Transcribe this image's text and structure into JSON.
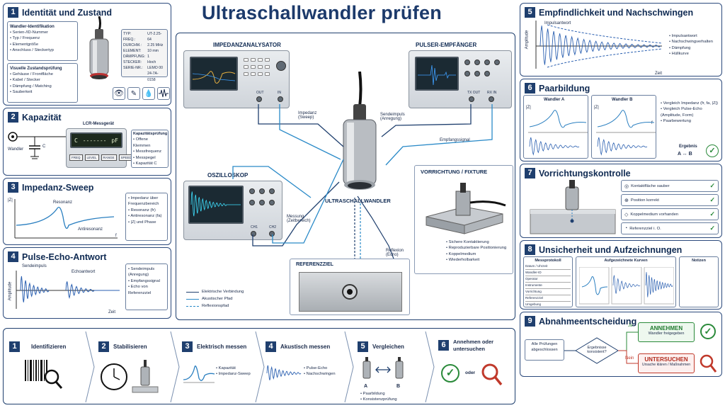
{
  "title": "Ultraschallwandler prüfen",
  "p1": {
    "num": "1",
    "title": "Identität und Zustand",
    "box1_title": "Wandler-Identifikation",
    "box1_items": [
      "Serien-/ID-Nummer",
      "Typ / Frequenz",
      "Elementgröße",
      "Anschluss / Steckertyp"
    ],
    "box2_title": "Visuelle Zustandsprüfung",
    "box2_items": [
      "Gehäuse / Frontfläche",
      "Kabel / Stecker",
      "Dämpfung / Matching",
      "Sauberkeit"
    ],
    "spec_keys": [
      "TYP:",
      "FREQ.:",
      "DURCHM.:",
      "ELEMENT:",
      "DÄMPFUNG:",
      "STECKER:",
      "SERIE-NR.:"
    ],
    "spec_vals": [
      "UT-2.25-64",
      "2.25 MHz",
      "10 mm",
      "1",
      "Hoch",
      "LEMO 00",
      "24-7A-0158"
    ]
  },
  "p2": {
    "num": "2",
    "title": "Kapazität",
    "meter_title": "LCR-Messgerät",
    "display_c": "C",
    "display_dashes": "-------",
    "display_unit": "pF",
    "buttons": [
      "FREQ",
      "LEVEL",
      "RANGE",
      "SPEED"
    ],
    "wandler": "Wandler",
    "c_label": "C",
    "box_title": "Kapazitätsprüfung",
    "box_items": [
      "Offene Klemmen",
      "Messfrequenz",
      "Messpegel",
      "Kapazität C"
    ]
  },
  "p3": {
    "num": "3",
    "title": "Impedanz-Sweep",
    "ylabel": "|Z|",
    "res": "Resonanz",
    "anti": "Antiresonanz",
    "xlabel": "f",
    "items": [
      "Impedanz über Frequenzbereich",
      "Resonanz (fr)",
      "Antiresonanz (fa)",
      "|Z| und Phase"
    ]
  },
  "p4": {
    "num": "4",
    "title": "Pulse-Echo-Antwort",
    "ylabel": "Amplitude",
    "send": "Sendeimpuls",
    "echo": "Echoantwort",
    "xlabel": "Zeit",
    "items": [
      "Sendeimpuls (Anregung)",
      "Empfangssignal",
      "Echo von Referenzziel"
    ]
  },
  "center": {
    "impedanz": "IMPEDANZANALYSATOR",
    "pulser": "PULSER-EMPFÄNGER",
    "oszi": "OSZILLOSKOP",
    "fixture": "VORRICHTUNG / FIXTURE",
    "wandler": "ULTRASCHALLWANDLER",
    "ref": "REFERENZZIEL",
    "out": "OUT",
    "in": "IN",
    "txout": "TX OUT",
    "rxin": "RX IN",
    "ch1": "CH1",
    "ch2": "CH2",
    "imp_sweep": "Impedanz (Sweep)",
    "sende": "Sendeimpuls (Anregung)",
    "empf": "Empfangssignal",
    "mess": "Messung (Zeitbereich)",
    "refl": "Reflexion (Echo)",
    "fixture_items": [
      "Sichere Kontaktierung",
      "Reproduzierbare Positionierung",
      "Koppelmedium",
      "Wiederholbarkeit"
    ],
    "legend": [
      "Elektrische Verbindung",
      "Akustischer Pfad",
      "Reflexionspfad"
    ]
  },
  "p5": {
    "num": "5",
    "title": "Empfindlichkeit und Nachschwingen",
    "ylabel": "Amplitude",
    "xlabel": "Zeit",
    "imp": "Impulsantwort",
    "items": [
      "Impulsantwort",
      "Nachschwingverhalten",
      "Dämpfung",
      "Hüllkurve"
    ]
  },
  "p6": {
    "num": "6",
    "title": "Paarbildung",
    "wa": "Wandler A",
    "wb": "Wandler B",
    "zl": "|Z|",
    "fl": "f",
    "items": [
      "Vergleich Impedanz (fr, fa, |Z|)",
      "Vergleich Pulse-Echo (Amplitude, Form)",
      "Paarbewertung"
    ],
    "erg": "Ergebnis",
    "ab": "A ↔ B"
  },
  "p7": {
    "num": "7",
    "title": "Vorrichtungskontrolle",
    "items": [
      "Kontaktfläche sauber",
      "Position korrekt",
      "Koppelmedium vorhanden",
      "Referenzziel i. O."
    ]
  },
  "p8": {
    "num": "8",
    "title": "Unsicherheit und Aufzeichnungen",
    "mp": "Messprotokoll",
    "mp_rows": [
      "Datum / Uhrzeit",
      "Wandler-ID",
      "Operator",
      "Instrumente",
      "Vorrichtung",
      "Referenzziel",
      "Umgebung"
    ],
    "ak": "Aufgezeichnete Kurven",
    "no": "Notizen"
  },
  "p9": {
    "num": "9",
    "title": "Abnahmeentscheidung",
    "start": "Alle Prüfungen abgeschlossen",
    "q": "Ergebnisse konsistent?",
    "ja": "Ja",
    "nein": "Nein",
    "ann": "ANNEHMEN",
    "ann_sub": "Wandler freigegeben",
    "unt": "UNTERSUCHEN",
    "unt_sub": "Ursache klären / Maßnahmen"
  },
  "steps": [
    {
      "n": "1",
      "t": "Identifizieren"
    },
    {
      "n": "2",
      "t": "Stabilisieren"
    },
    {
      "n": "3",
      "t": "Elektrisch messen",
      "items": [
        "Kapazität",
        "Impedanz-Sweep"
      ]
    },
    {
      "n": "4",
      "t": "Akustisch messen",
      "items": [
        "Pulse-Echo",
        "Nachschwingen"
      ]
    },
    {
      "n": "5",
      "t": "Vergleichen",
      "a": "A",
      "b": "B",
      "items": [
        "Paarbildung",
        "Konsistenzprüfung"
      ]
    },
    {
      "n": "6",
      "t": "Annehmen oder untersuchen",
      "oder": "oder"
    }
  ]
}
